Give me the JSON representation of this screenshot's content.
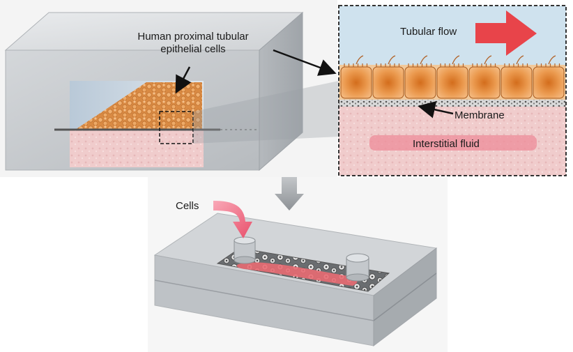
{
  "labels": {
    "cell_type_line1": "Human proximal tubular",
    "cell_type_line2": "epithelial cells",
    "tubular_flow": "Tubular flow",
    "membrane": "Membrane",
    "interstitial_fluid": "Interstitial fluid",
    "cells_inlet": "Cells"
  },
  "colors": {
    "device_gray": "#c8cbce",
    "cell_orange": "#e59a4f",
    "fluid_pink": "#f2d3d3",
    "lumen_blue": "#cfe2ee",
    "arrow_red": "#e8444a",
    "channel_red": "#e86a72",
    "inlet_arrow": "#f07e93"
  }
}
